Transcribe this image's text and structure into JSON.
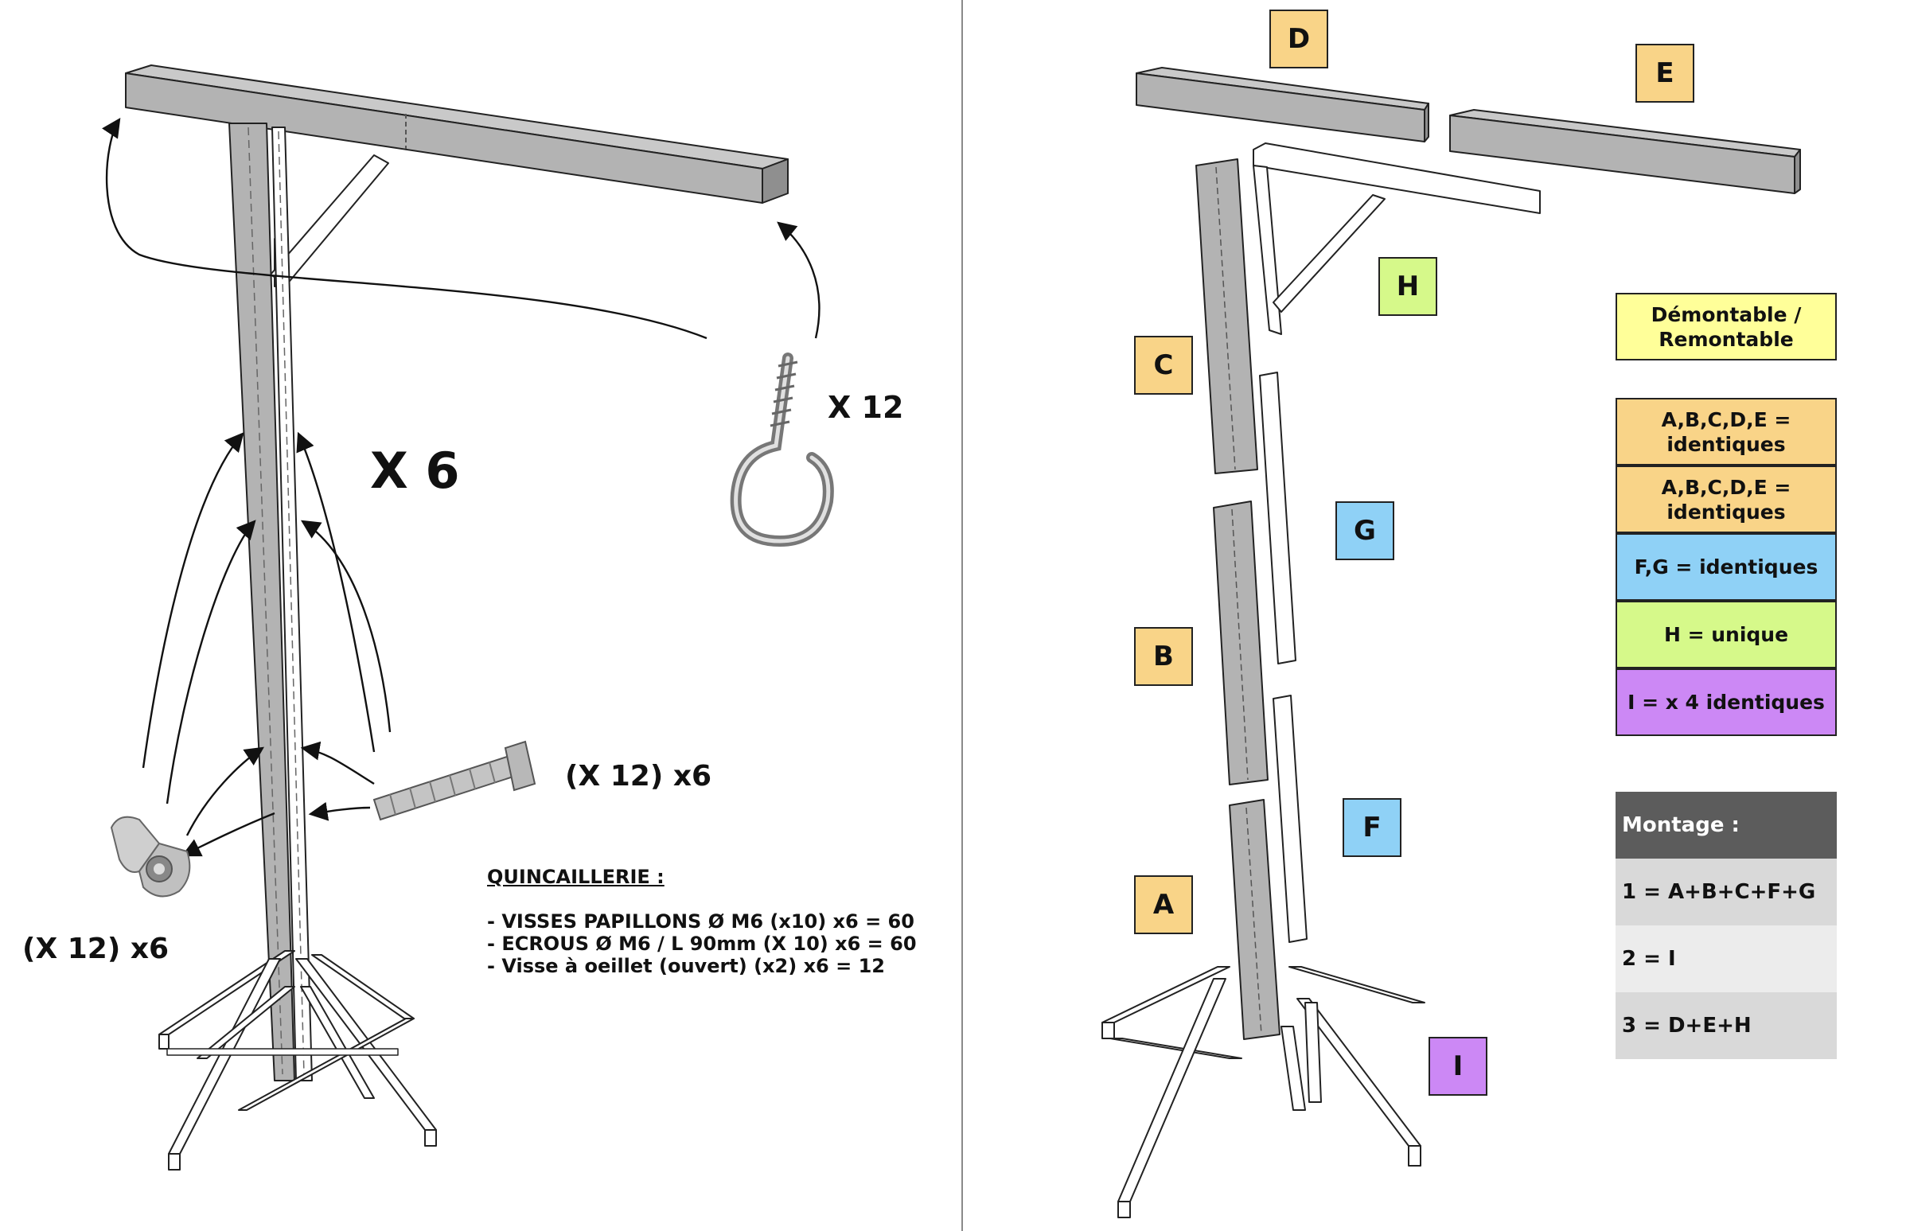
{
  "left_panel": {
    "multiplier_label": "X 6",
    "hook_qty": "X 12",
    "bolt_qty": "(X 12) x6",
    "wingnut_qty": "(X 12) x6",
    "hardware": {
      "title": "QUINCAILLERIE :",
      "lines": [
        "- VISSES PAPILLONS Ø M6 (x10) x6 = 60",
        "- ECROUS Ø M6 / L 90mm (X 10) x6 = 60",
        "- Visse à oeillet (ouvert) (x2) x6 = 12"
      ]
    }
  },
  "part_tags": {
    "A": "A",
    "B": "B",
    "C": "C",
    "D": "D",
    "E": "E",
    "F": "F",
    "G": "G",
    "H": "H",
    "I": "I"
  },
  "legend": [
    {
      "text": "Démontable / Remontable",
      "color": "#ffff99"
    },
    {
      "text": "A,B,C,D,E = identiques",
      "color": "#f9d488"
    },
    {
      "text": "A,B,C,D,E = identiques",
      "color": "#f9d488"
    },
    {
      "text": "F,G = identiques",
      "color": "#8fd1f6"
    },
    {
      "text": "H = unique",
      "color": "#d6f98a"
    },
    {
      "text": "I = x 4 identiques",
      "color": "#cc88f5"
    }
  ],
  "montage": {
    "title": "Montage :",
    "steps": [
      "1 = A+B+C+F+G",
      "2 = I",
      "3 = D+E+H"
    ]
  },
  "colors": {
    "wood_grey": "#b3b3b3",
    "wood_white": "#ffffff",
    "tag_orange": "#f9d488",
    "tag_blue": "#8fd1f6",
    "tag_green": "#d6f98a",
    "tag_purple": "#cc88f5",
    "divider": "#8a8a8a"
  }
}
